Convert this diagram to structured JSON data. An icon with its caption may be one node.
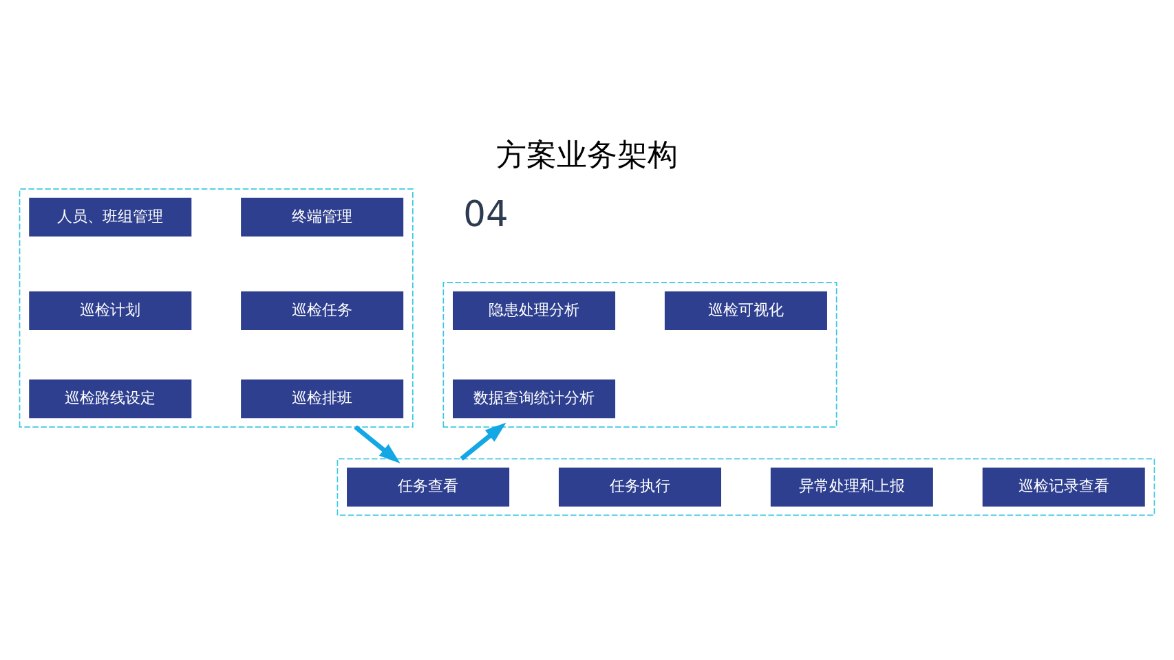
{
  "diagram": {
    "title": "方案业务架构",
    "nodes": [
      {
        "text": [],
        "shape": "box"
      },
      {
        "text": [
          "人员、班组管理"
        ],
        "in": 0
      },
      {
        "text": [
          "终端管理"
        ],
        "in": 0
      },
      {
        "text": [
          "巡检计划"
        ],
        "in": 0
      },
      {
        "text": [
          "巡检任务"
        ],
        "in": 0
      },
      {
        "text": [
          "巡检路线设定"
        ],
        "in": 0
      },
      {
        "text": [
          "巡检排班"
        ],
        "in": 0
      },
      {
        "text": [],
        "shape": "box"
      },
      {
        "text": [
          "隐患处理分析"
        ],
        "in": 7
      },
      {
        "text": [
          "巡检可视化"
        ],
        "in": 7
      },
      {
        "text": [
          "数据查询统计分析"
        ],
        "in": 7
      },
      {
        "text": [],
        "shape": "box"
      },
      {
        "text": [
          "任务查看"
        ],
        "in": 11
      },
      {
        "text": [
          "任务执行"
        ],
        "in": 11
      },
      {
        "text": [
          "异常处理和上报"
        ],
        "in": 11
      },
      {
        "text": [
          "巡检记录查看"
        ],
        "in": 11
      }
    ],
    "edges": [
      {
        "from": 0,
        "to": 11,
        "arrow": "to"
      },
      {
        "from": 11,
        "to": 7,
        "arrow": "to"
      }
    ],
    "labels": [
      "04"
    ]
  }
}
